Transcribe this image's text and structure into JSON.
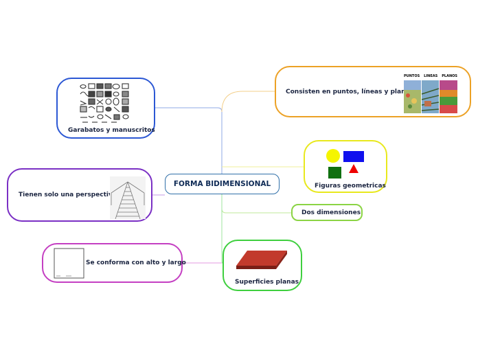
{
  "central": {
    "label": "FORMA BIDIMENSIONAL"
  },
  "nodes": {
    "garabatos": {
      "label": "Garabatos y manuscritos",
      "color": "#2b57d4"
    },
    "perspectiva": {
      "label": "Tienen solo una perspectiva",
      "color": "#7a2fc4"
    },
    "alto_largo": {
      "label": "Se conforma con alto y largo",
      "color": "#c43fc2"
    },
    "puntos": {
      "label": "Consisten en puntos, líneas y planos",
      "color": "#eca125",
      "image_labels": [
        "PUNTOS",
        "LINEAS",
        "PLANOS"
      ]
    },
    "figuras": {
      "label": "Figuras geometricas",
      "color": "#e8e81c"
    },
    "dos_dim": {
      "label": "Dos dimensiones",
      "color": "#8bd444"
    },
    "superficies": {
      "label": "Superficies planas",
      "color": "#3ecf3e"
    }
  },
  "shape_colors": {
    "circle": "#f5f500",
    "rectangle": "#1010ee",
    "square": "#107010",
    "triangle": "#ee0000",
    "surface": "#c23a2c"
  }
}
